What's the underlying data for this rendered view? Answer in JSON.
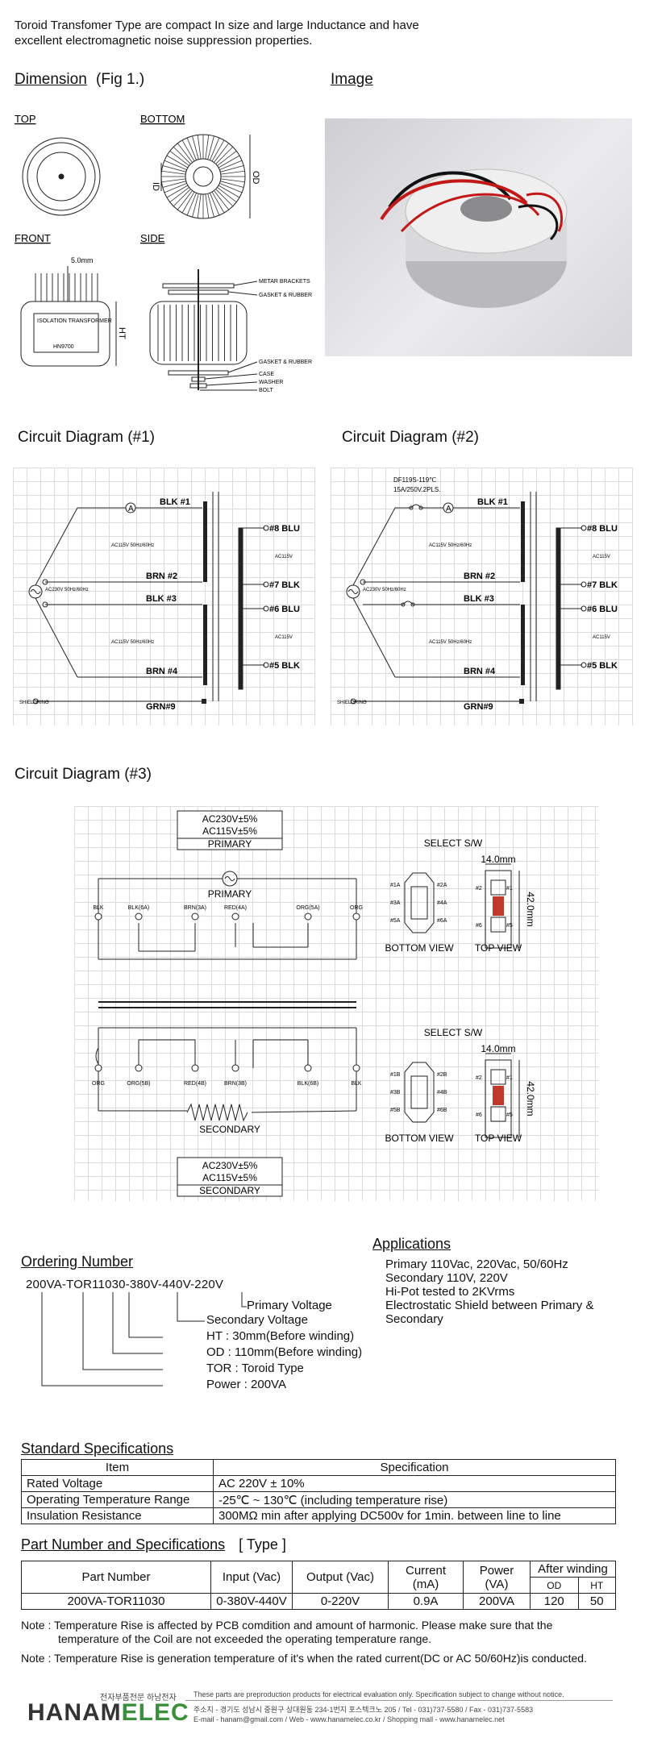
{
  "intro": {
    "line1": "Toroid Transfomer Type are compact In size and large Inductance and have",
    "line2": "excellent electromagnetic noise suppression properties."
  },
  "dimension": {
    "heading": "Dimension",
    "fig": "(Fig 1.)",
    "top": "TOP",
    "bottom": "BOTTOM",
    "front": "FRONT",
    "side": "SIDE",
    "id_label": "ID",
    "od_label": "OD",
    "ht_label": "HT",
    "dim_5mm": "5.0mm",
    "nameplate_title": "ISOLATION TRANSFORMER",
    "nameplate_code": "HN9700",
    "side_labels": [
      "METAR BRACKETS",
      "GASKET & RUBBER",
      "GASKET & RUBBER",
      "CASE",
      "WASHER",
      "BOLT"
    ]
  },
  "image": {
    "heading": "Image"
  },
  "circuit1": {
    "heading": "Circuit Diagram (#1)",
    "pins_left": [
      "BLK #1",
      "BRN #2",
      "BLK #3",
      "BRN #4"
    ],
    "pins_right": [
      "#8  BLU",
      "#7  BLK",
      "#6  BLU",
      "#5  BLK"
    ],
    "coil_label": "AC115V 50Hz/60Hz",
    "out_label": "AC115V",
    "source_label": "AC230V 50Hz/60Hz",
    "shield": "SHIELDRING",
    "grn": "GRN#9",
    "ammeter": "A"
  },
  "circuit2": {
    "heading": "Circuit Diagram  (#2)",
    "fuse_line1": "DF119S-119℃",
    "fuse_line2": "15A/250V.2PLS."
  },
  "circuit3": {
    "heading": "Circuit Diagram  (#3)",
    "primary_box": [
      "AC230V±5%",
      "AC115V±5%",
      "PRIMARY"
    ],
    "secondary_box": [
      "AC230V±5%",
      "AC115V±5%",
      "SECONDARY"
    ],
    "primary": "PRIMARY",
    "secondary": "SECONDARY",
    "primary_terms": [
      "BLK",
      "BLK(6A)",
      "BRN(3A)",
      "RED(4A)",
      "ORG(5A)",
      "ORG"
    ],
    "secondary_terms": [
      "ORG",
      "ORG(5B)",
      "RED(4B)",
      "BRN(3B)",
      "BLK(6B)",
      "BLK"
    ],
    "select": "SELECT S/W",
    "dim_w": "14.0mm",
    "dim_h": "42.0mm",
    "bottom_view": "BOTTOM VIEW",
    "top_view": "TOP VIEW",
    "sw1_left": [
      "#1A",
      "#3A",
      "#5A"
    ],
    "sw1_right": [
      "#2A",
      "#4A",
      "#6A"
    ],
    "sw2_left": [
      "#1B",
      "#3B",
      "#5B"
    ],
    "sw2_right": [
      "#2B",
      "#4B",
      "#6B"
    ],
    "top_pins": [
      "#2",
      "#1",
      "#6",
      "#5"
    ]
  },
  "applications": {
    "heading": "Applications",
    "lines": [
      "Primary 110Vac, 220Vac, 50/60Hz",
      "Secondary 110V, 220V",
      "Hi-Pot tested to 2KVrms",
      "Electrostatic Shield between Primary &",
      "Secondary"
    ]
  },
  "ordering": {
    "heading": "Ordering Number",
    "code": "200VA-TOR11030-380V-440V-220V",
    "items": [
      "Primary Voltage",
      "Secondary Voltage",
      "HT : 30mm(Before winding)",
      "OD : 110mm(Before winding)",
      "TOR : Toroid Type",
      "Power : 200VA"
    ]
  },
  "std_spec": {
    "heading": "Standard Specifications",
    "headers": [
      "Item",
      "Specification"
    ],
    "rows": [
      [
        "Rated Voltage",
        "AC 220V ± 10%"
      ],
      [
        "Operating Temperature Range",
        "-25℃ ~ 130℃ (including temperature rise)"
      ],
      [
        "Insulation Resistance",
        "300MΩ min after applying DC500v for 1min. between line to line"
      ]
    ]
  },
  "part_spec": {
    "heading": "Part Number and Specifications",
    "type_label": "[ Type ]",
    "headers": [
      "Part   Number",
      "Input (Vac)",
      "Output (Vac)",
      "Current (mA)",
      "Power (VA)",
      "After winding"
    ],
    "sub_headers": [
      "OD",
      "HT"
    ],
    "row": [
      "200VA-TOR11030",
      "0-380V-440V",
      "0-220V",
      "0.9A",
      "200VA",
      "120",
      "50"
    ]
  },
  "notes": [
    "Note : Temperature Rise is affected by PCB comdition and amount of harmonic. Please make sure that the",
    "temperature of the Coil are not exceeded the operating temperature range.",
    "Note : Temperature Rise is generation temperature of it's when the rated current(DC or AC 50/60Hz)is conducted."
  ],
  "footer": {
    "logo_a": "HANAM",
    "logo_b": "ELEC",
    "kr_tag": "전자부품전문 하남전자",
    "disclaimer": "These parts are preproduction products for electrical evaluation only. Specification subject to change without notice.",
    "address": "주소지 - 경기도 성남시 중원구 상대원동 234-1번지 포스텍크노 205  /  Tel - 031)737-5580  /  Fax - 031)737-5583",
    "contact": "E-mail - hanam@gmail.com  /  Web - www.hanamelec.co.kr  /  Shopping mall - www.hanamelec.net"
  },
  "colors": {
    "red": "#c0392b",
    "logo_green": "#3a8f3a",
    "logo_dark": "#333333"
  }
}
